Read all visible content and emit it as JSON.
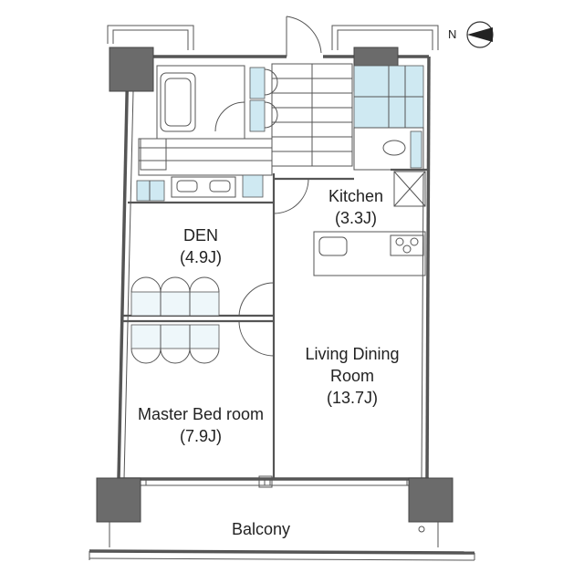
{
  "compass": {
    "north_label": "N"
  },
  "rooms": {
    "kitchen": {
      "name": "Kitchen",
      "size": "(3.3J)"
    },
    "den": {
      "name": "DEN",
      "size": "(4.9J)"
    },
    "living": {
      "name_line1": "Living Dining",
      "name_line2": "Room",
      "size": "(13.7J)"
    },
    "master": {
      "name": "Master Bed room",
      "size": "(7.9J)"
    },
    "balcony": {
      "name": "Balcony"
    }
  }
}
